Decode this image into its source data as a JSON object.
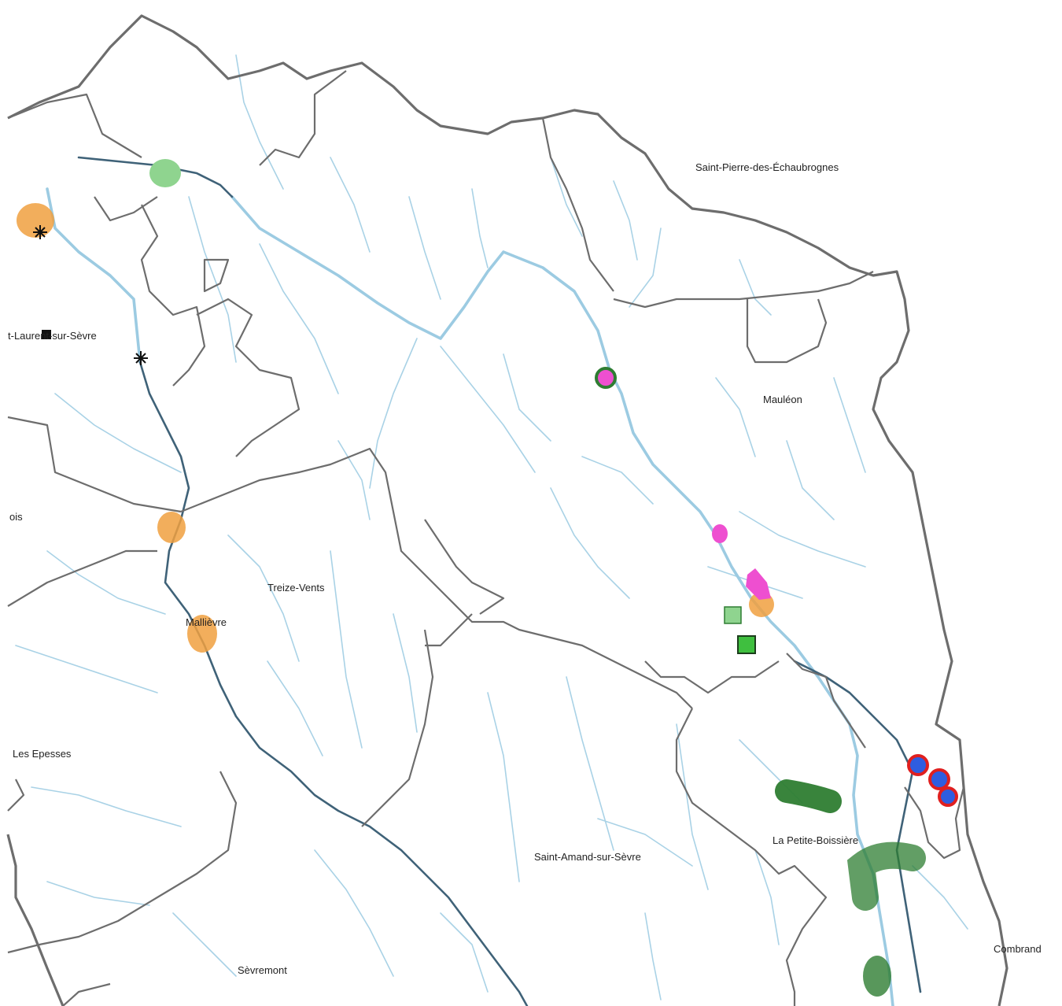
{
  "map": {
    "place_labels": [
      {
        "id": "saint-pierre",
        "text": "Saint-Pierre-des-Échaubrognes"
      },
      {
        "id": "mauleon",
        "text": "Mauléon"
      },
      {
        "id": "saint-laurent",
        "text": "t-Laurent-sur-Sèvre"
      },
      {
        "id": "bois",
        "text": "ois"
      },
      {
        "id": "treize-vents",
        "text": "Treize-Vents"
      },
      {
        "id": "mallievre",
        "text": "Mallièvre"
      },
      {
        "id": "les-epesses",
        "text": "Les Epesses"
      },
      {
        "id": "petite-boissiere",
        "text": "La Petite-Boissière"
      },
      {
        "id": "saint-amand",
        "text": "Saint-Amand-sur-Sèvre"
      },
      {
        "id": "sevremont",
        "text": "Sèvremont"
      },
      {
        "id": "combrand",
        "text": "Combrand"
      }
    ],
    "colors": {
      "border": "#6d6d6d",
      "river": "#9ccbe2",
      "river_dark": "#3f6278",
      "orange": "#f0a040",
      "light_green": "#8fd48f",
      "dark_green": "#2e7d32",
      "magenta": "#ee4fd0",
      "blue": "#2f5de0",
      "red": "#e01f1f"
    }
  }
}
